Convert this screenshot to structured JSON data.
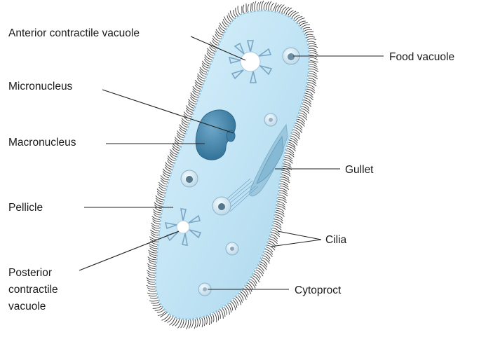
{
  "labels": {
    "anterior_contractile_vacuole": "Anterior contractile vacuole",
    "micronucleus": "Micronucleus",
    "macronucleus": "Macronucleus",
    "pellicle": "Pellicle",
    "posterior_line1": "Posterior",
    "posterior_line2": "contractile",
    "posterior_line3": "vacuole",
    "food_vacuole": "Food vacuole",
    "gullet": "Gullet",
    "cilia": "Cilia",
    "cytoproct": "Cytoproct"
  },
  "colors": {
    "body_fill": "#bfe3f4",
    "body_edge": "#8cbfd9",
    "cilia": "#3a3a3a",
    "macronucleus": "#3f7fa6",
    "vacuole_star": "#7aa6c4",
    "leader": "#222222"
  }
}
